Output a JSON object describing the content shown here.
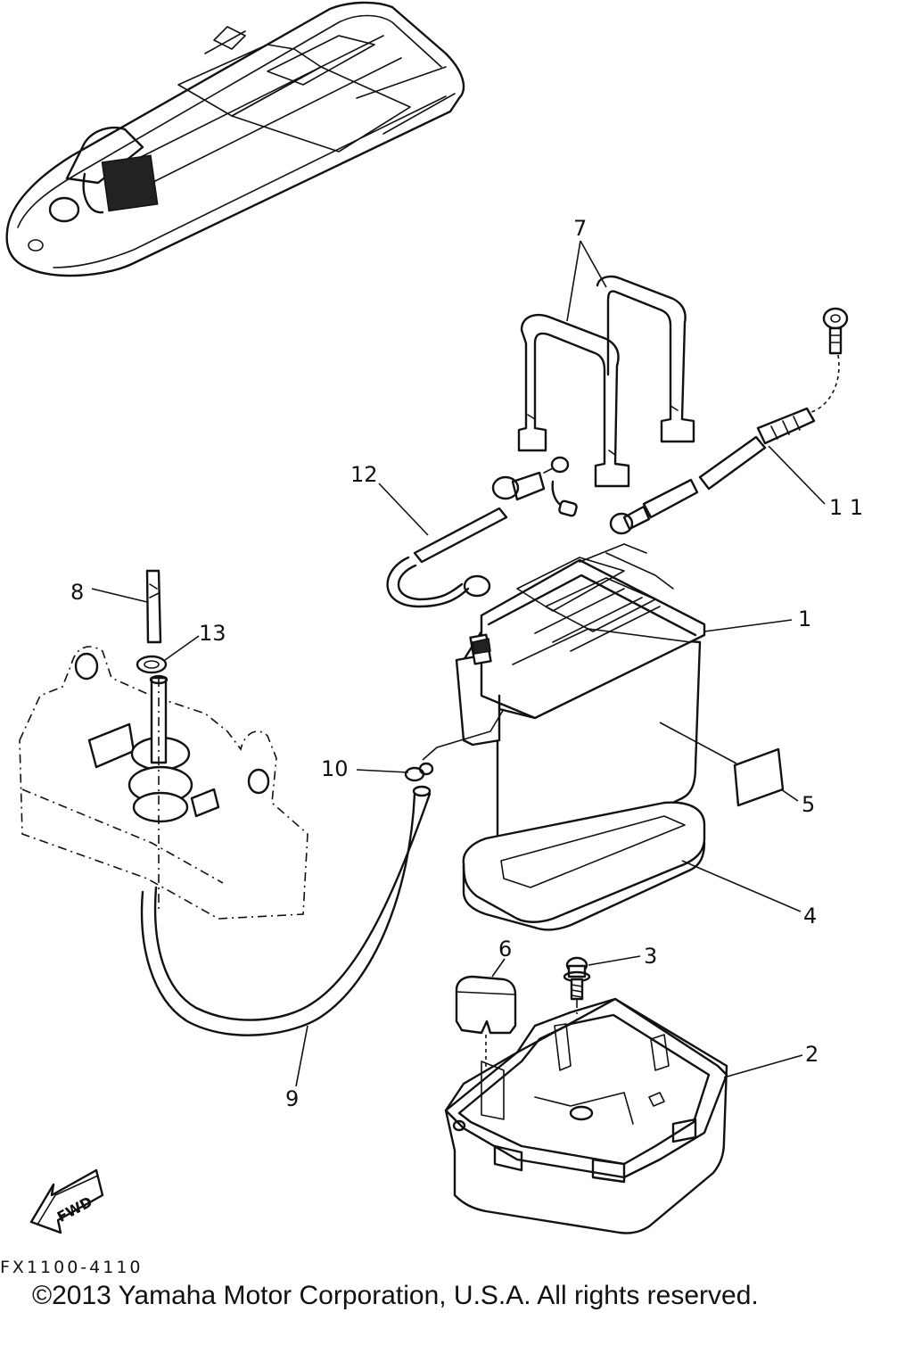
{
  "callouts": {
    "p1": "1",
    "p2": "2",
    "p3": "3",
    "p4": "4",
    "p5": "5",
    "p6": "6",
    "p7": "7",
    "p8": "8",
    "p9": "9",
    "p10": "10",
    "p11": "1 1",
    "p12": "12",
    "p13": "13"
  },
  "fwd_label": "FWD",
  "diagram_code": "FX1100-4110",
  "copyright": "©2013 Yamaha Motor Corporation, U.S.A. All rights reserved."
}
